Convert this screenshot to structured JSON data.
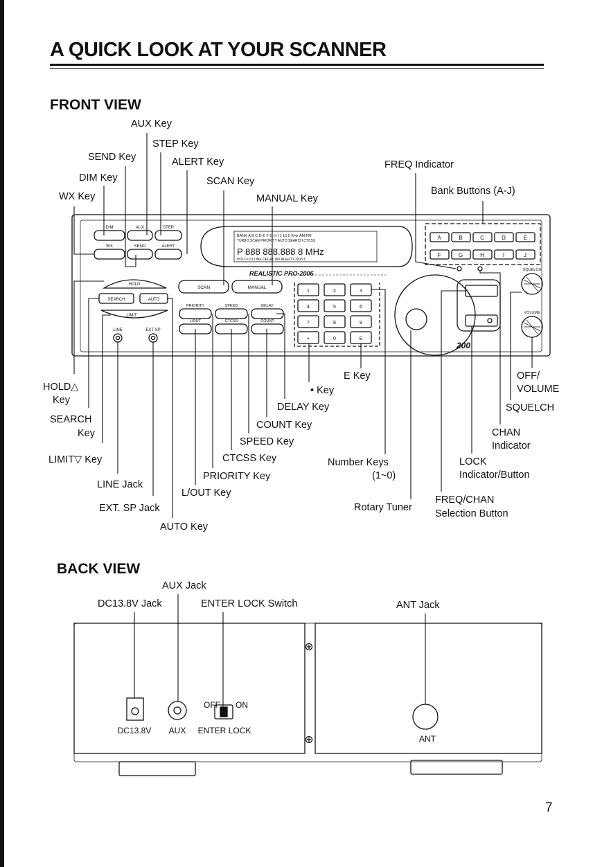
{
  "page": {
    "title": "A QUICK LOOK AT YOUR SCANNER",
    "page_number": "7"
  },
  "front": {
    "heading": "FRONT VIEW",
    "labels": {
      "aux_key": "AUX Key",
      "step_key": "STEP Key",
      "send_key": "SEND Key",
      "alert_key": "ALERT Key",
      "dim_key": "DIM Key",
      "scan_key": "SCAN Key",
      "wx_key": "WX Key",
      "manual_key": "MANUAL Key",
      "freq_indicator": "FREQ Indicator",
      "bank_buttons": "Bank Buttons (A-J)",
      "hold_key_1": "HOLD△",
      "hold_key_2": "Key",
      "e_key": "E Key",
      "off_volume_1": "OFF/",
      "off_volume_2": "VOLUME",
      "dot_key": "• Key",
      "delay_key": "DELAY Key",
      "squelch": "SQUELCH",
      "search_key_1": "SEARCH",
      "search_key_2": "Key",
      "count_key": "COUNT Key",
      "chan_indicator_1": "CHAN",
      "chan_indicator_2": "Indicator",
      "speed_key": "SPEED Key",
      "limit_key": "LIMIT▽ Key",
      "ctcss_key": "CTCSS Key",
      "number_keys_1": "Number Keys",
      "number_keys_2": "(1~0)",
      "lock_1": "LOCK",
      "lock_2": "Indicator/Button",
      "line_jack": "LINE Jack",
      "priority_key": "PRIORITY Key",
      "lout_key": "L/OUT Key",
      "freq_chan_1": "FREQ/CHAN",
      "freq_chan_2": "Selection Button",
      "ext_sp_jack": "EXT. SP Jack",
      "rotary_tuner": "Rotary Tuner",
      "auto_key": "AUTO Key"
    },
    "panel": {
      "brand": "REALISTIC PRO-2006",
      "model": "200",
      "keys_top": [
        "DIM",
        "AUX",
        "STEP"
      ],
      "keys_bottom": [
        "WX",
        "SEND",
        "ALERT"
      ],
      "scan": "SCAN",
      "manual": "MANUAL",
      "hold": "HOLD",
      "search": "SEARCH",
      "auto": "AUTO",
      "limit": "LIMIT",
      "line": "LINE",
      "ext_sp": "EXT SP",
      "row1": [
        "PRIORITY",
        "SPEED",
        "DELAY"
      ],
      "row2": [
        "L/OUT",
        "CTCSS",
        "COUNT"
      ],
      "numpad": [
        "1",
        "2",
        "3",
        "4",
        "5",
        "6",
        "7",
        "8",
        "9",
        "•",
        "0",
        "E"
      ],
      "banks_top": [
        "A",
        "B",
        "C",
        "D",
        "E"
      ],
      "banks_bottom": [
        "F",
        "G",
        "H",
        "I",
        "J"
      ],
      "lcd_row1": "BANK A B C D E F G H I J   12.5 KHz   AM   FM",
      "lcd_row2": "TURBO SCAN PRIORITY AUTO SEARCH CTCSS",
      "lcd_digits": "P  888  888.888  8 MHz",
      "lcd_row4": "HOLD  L/O  LINE DELAY  WX ALERT  COUNT",
      "squelch": "SQUELCH",
      "volume": "VOLUME"
    }
  },
  "back": {
    "heading": "BACK VIEW",
    "labels": {
      "aux_jack": "AUX Jack",
      "dc_jack": "DC13.8V Jack",
      "enter_lock_switch": "ENTER LOCK Switch",
      "ant_jack": "ANT Jack"
    },
    "panel": {
      "off": "OFF",
      "on": "ON",
      "dc": "DC13.8V",
      "aux": "AUX",
      "enter_lock": "ENTER LOCK",
      "ant": "ANT"
    }
  }
}
